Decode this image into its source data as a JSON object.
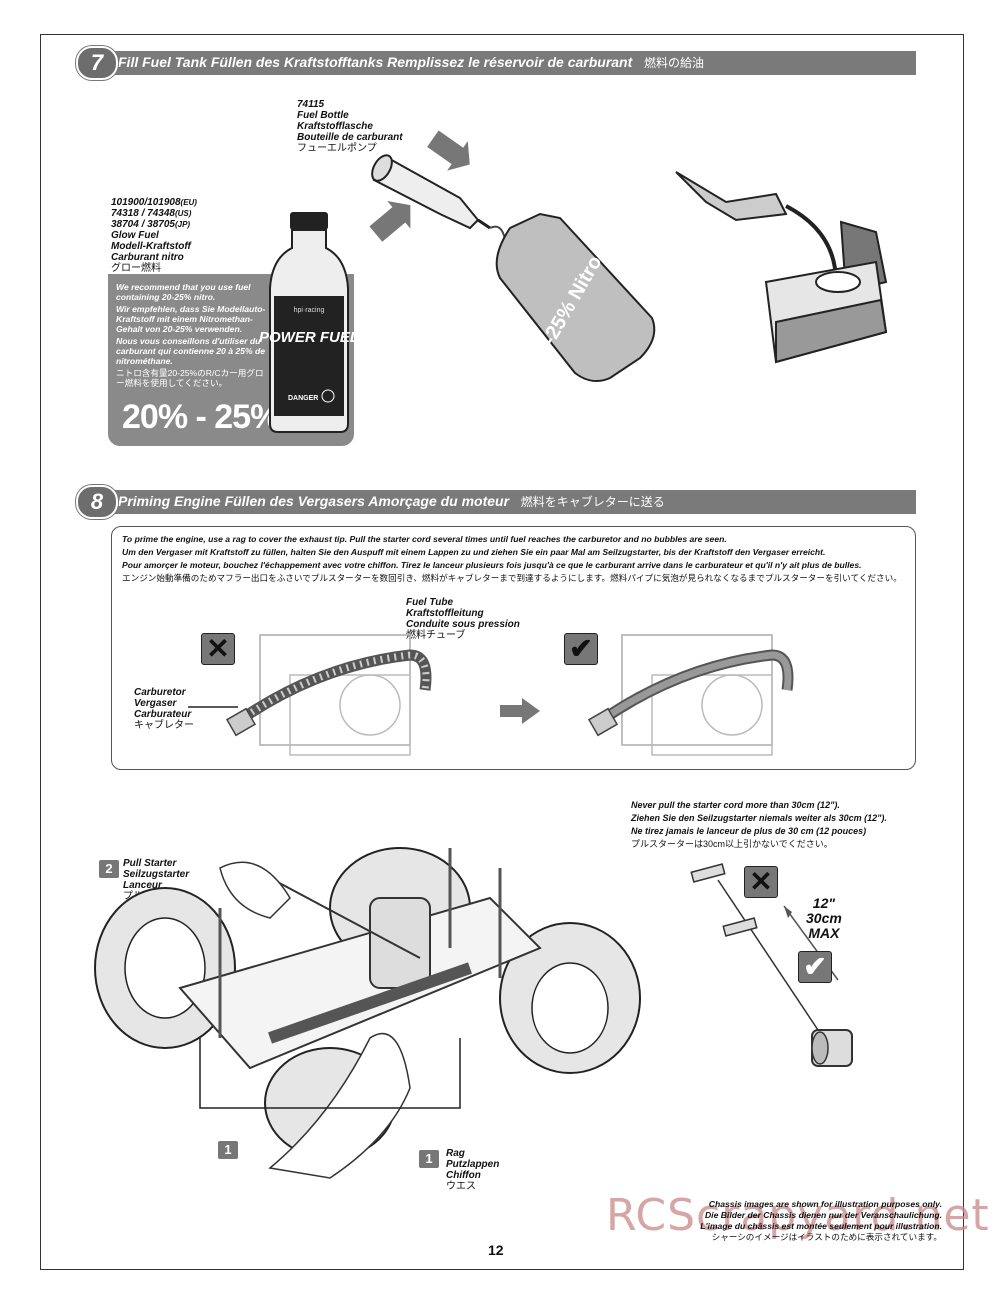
{
  "step7": {
    "number": "7",
    "title": "Fill Fuel Tank    Füllen des Kraftstofftanks    Remplissez le réservoir de carburant",
    "title_jp": "燃料の給油"
  },
  "fuel_bottle": {
    "part_no": "74115",
    "en": "Fuel Bottle",
    "de": "Kraftstofflasche",
    "fr": "Bouteille de carburant",
    "jp": "フューエルポンプ"
  },
  "glow_fuel": {
    "part_eu": "101900/101908",
    "part_eu_suffix": "(EU)",
    "part_us": "74318 / 74348",
    "part_us_suffix": "(US)",
    "part_jp": "38704 / 38705",
    "part_jp_suffix": "(JP)",
    "en": "Glow Fuel",
    "de": "Modell-Kraftstoff",
    "fr": "Carburant nitro",
    "jp": "グロー燃料"
  },
  "recommend": {
    "en": "We recommend that you use fuel containing 20-25% nitro.",
    "de": "Wir empfehlen, dass Sie Modellauto-Kraftstoff mit einem Nitromethan-Gehalt von 20-25% verwenden.",
    "fr": "Nous vous conseillons d'utiliser du carburant qui contienne 20 à 25% de nitrométhane.",
    "jp": "ニトロ含有量20-25%のR/Cカー用グロー燃料を使用してください。",
    "percent": "20% - 25%"
  },
  "jug_label": "20-25% Nitro",
  "bottle_brand": "hpi·racing",
  "bottle_title": "POWER FUEL",
  "bottle_danger": "DANGER",
  "step8": {
    "number": "8",
    "title": "Priming Engine    Füllen des Vergasers    Amorçage du moteur",
    "title_jp": "燃料をキャブレターに送る"
  },
  "prime": {
    "en": "To prime the engine, use a rag to cover the exhaust tip. Pull the starter cord several times until fuel reaches the carburetor and no bubbles are seen.",
    "de": "Um den Vergaser mit Kraftstoff zu füllen, halten Sie den Auspuff mit einem Lappen zu und ziehen Sie ein paar Mal am Seilzugstarter, bis der Kraftstoff den Vergaser erreicht.",
    "fr": "Pour amorçer le moteur, bouchez l'échappement avec votre chiffon. Tirez le lanceur plusieurs fois jusqu'à ce que le carburant arrive dans le carburateur et qu'il n'y ait plus de bulles.",
    "jp": "エンジン始動準備のためマフラー出口をふさいでプルスターターを数回引き、燃料がキャブレターまで到達するようにします。燃料パイプに気泡が見られなくなるまでプルスターターを引いてください。"
  },
  "fuel_tube": {
    "en": "Fuel Tube",
    "de": "Kraftstoffleitung",
    "fr": "Conduite sous pression",
    "jp": "燃料チューブ"
  },
  "carburetor": {
    "en": "Carburetor",
    "de": "Vergaser",
    "fr": "Carburateur",
    "jp": "キャブレター"
  },
  "pull_warning": {
    "en": "Never pull the starter cord more than 30cm (12\").",
    "de": "Ziehen Sie den Seilzugstarter niemals weiter als 30cm (12\").",
    "fr": "Ne tirez jamais le lanceur de plus de 30 cm (12 pouces)",
    "jp": "プルスターターは30cm以上引かないでください。"
  },
  "max_label": {
    "inches": "12\"",
    "cm": "30cm",
    "max": "MAX"
  },
  "pull_starter": {
    "number": "2",
    "en": "Pull Starter",
    "de": "Seilzugstarter",
    "fr": "Lanceur",
    "jp": "プルスターター"
  },
  "rag": {
    "number": "1",
    "en": "Rag",
    "de": "Putzlappen",
    "fr": "Chiffon",
    "jp": "ウエス"
  },
  "callout_1": "1",
  "marks": {
    "wrong": "✕",
    "right": "✔"
  },
  "disclaimer": {
    "en": "Chassis images are shown for illustration purposes only.",
    "de": "Die Bilder der Chassis dienen nur der Veranschaulichung.",
    "fr": "L'image du châssis est montée seulement pour illustration.",
    "jp": "シャーシのイメージはイラストのために表示されています。"
  },
  "page_number": "12",
  "watermark": "RCScrapyard.net"
}
